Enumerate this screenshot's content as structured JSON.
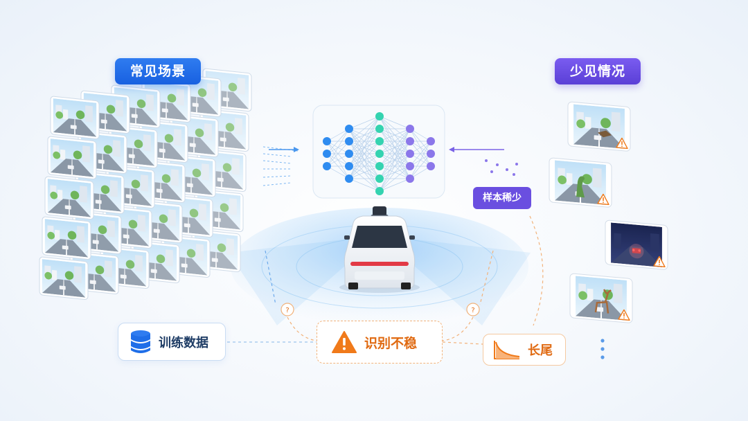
{
  "labels": {
    "common_scenes": "常见场景",
    "rare_cases": "少见情况",
    "few_samples": "样本稀少",
    "training_data": "训练数据",
    "unstable_recognition": "识别不稳",
    "long_tail": "长尾",
    "question_mark": "?"
  },
  "colors": {
    "blue_primary": "#1f6ee8",
    "purple_primary": "#6a4fe0",
    "teal_node": "#34d3b0",
    "orange_warning": "#f07a1a"
  },
  "icons": {
    "training_data": "database-icon",
    "unstable": "warning-triangle-icon",
    "long_tail": "long-tail-curve-icon",
    "rare_card": "warning-triangle-icon",
    "more": "vertical-dots-icon"
  },
  "rare_cases": [
    {
      "scene": "debris-on-road"
    },
    {
      "scene": "dinosaur-on-crosswalk"
    },
    {
      "scene": "night-driving"
    },
    {
      "scene": "deer-on-road"
    }
  ]
}
